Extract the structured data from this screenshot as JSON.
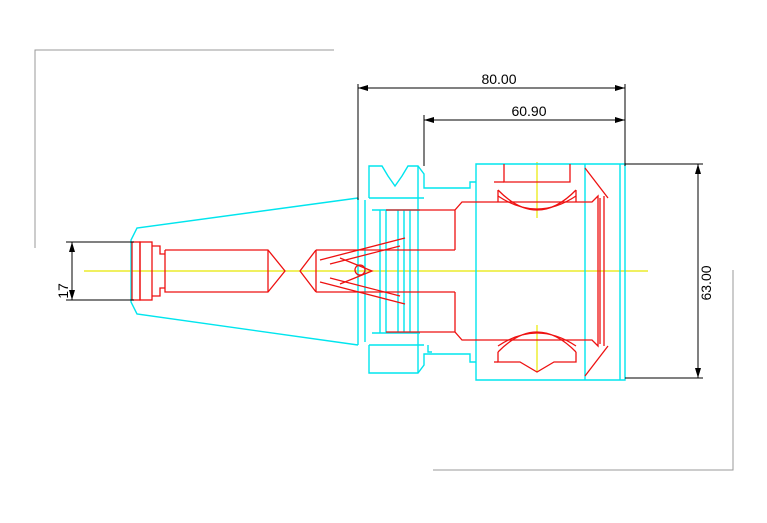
{
  "drawing": {
    "colors": {
      "outline": "#00e5ee",
      "internal": "#ee1111",
      "centerline": "#e8e800",
      "dimension": "#000000",
      "frame": "#999999"
    },
    "dimensions": {
      "overall_length": "80.00",
      "body_length": "60.90",
      "diameter": "63.00",
      "shank_diameter": "17"
    }
  }
}
